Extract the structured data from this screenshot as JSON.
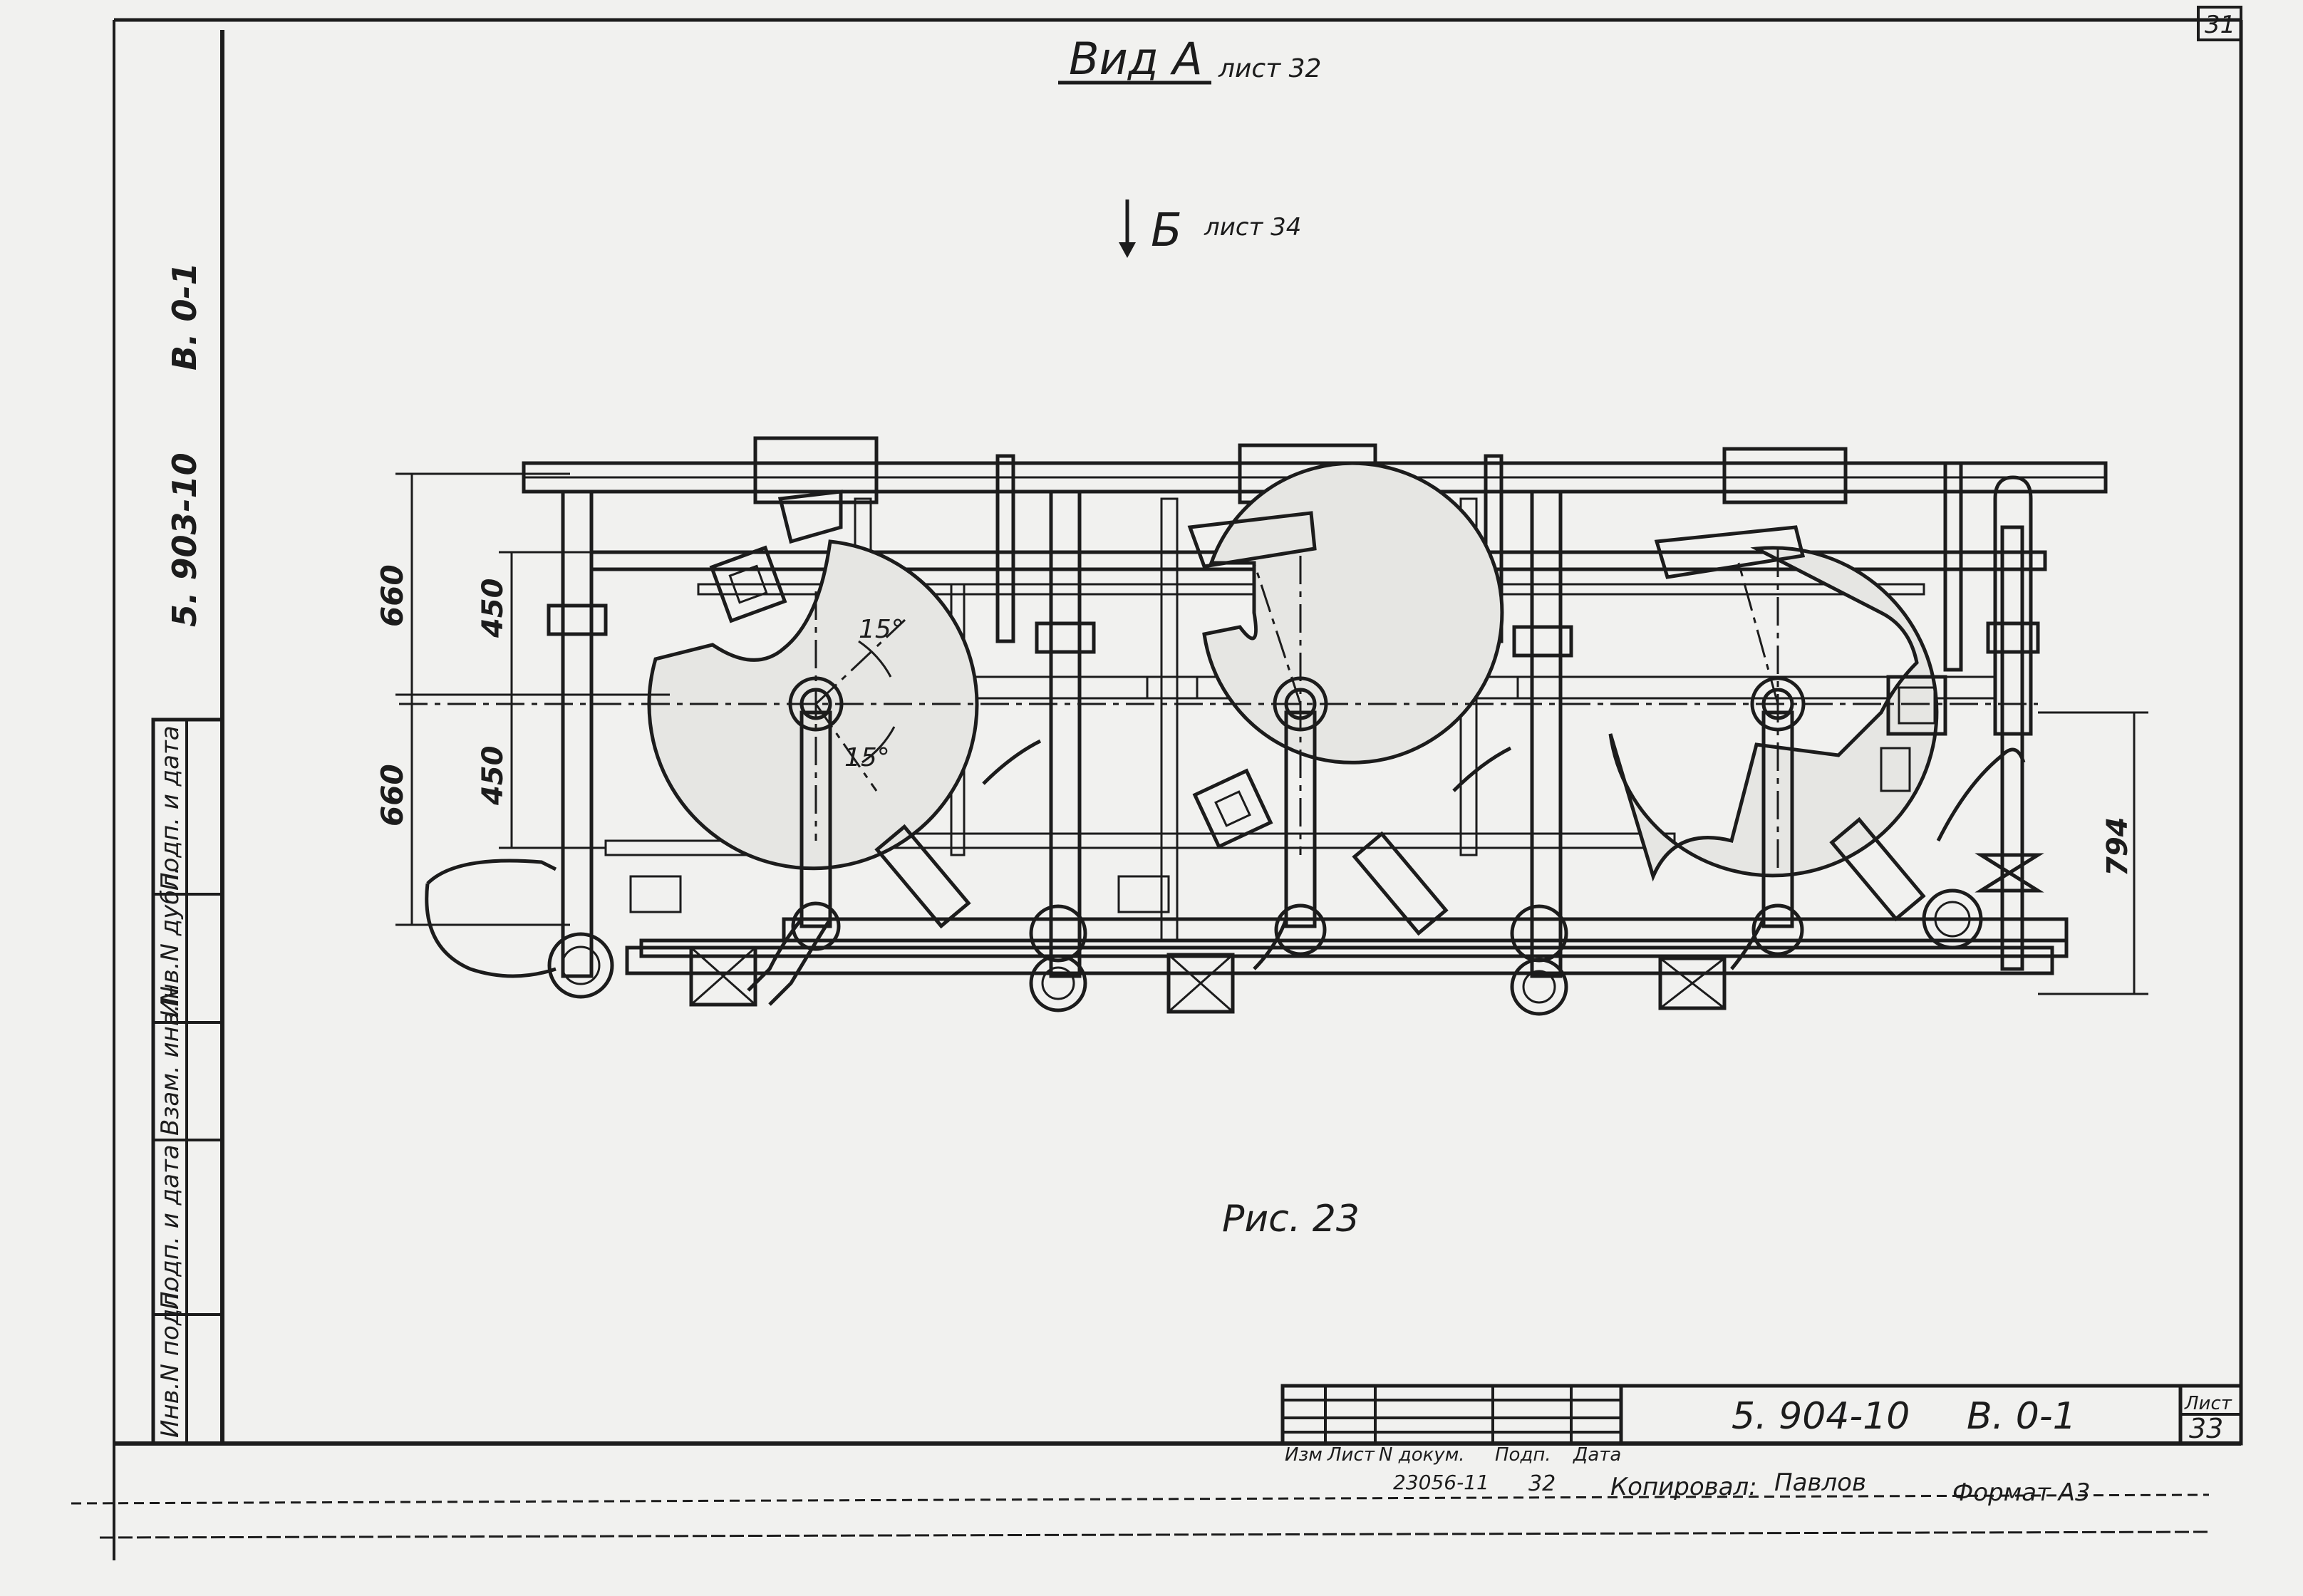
{
  "sheet_corner_number": "31",
  "view_title": "Вид А",
  "view_title_ref": "лист 32",
  "section_mark": "Б",
  "section_mark_ref": "лист 34",
  "figure_caption": "Рис. 23",
  "dimensions": {
    "left_upper_total": "660",
    "left_lower_total": "660",
    "left_upper_inner": "450",
    "left_lower_inner": "450",
    "right_height": "794",
    "angle_top": "15°",
    "angle_bottom": "15°"
  },
  "side_stamp": {
    "project_code": "5. 903-10",
    "album": "В. 0-1",
    "cells": [
      "Инв.N подл.",
      "Подп. и дата",
      "Взам. инв.N",
      "Инв.N дубл.",
      "Подп. и дата"
    ]
  },
  "title_block": {
    "headers": [
      "Изм",
      "Лист",
      "N докум.",
      "Подп.",
      "Дата"
    ],
    "doc_number": "23056-11",
    "doc_ref": "32",
    "project_code": "5. 904-10",
    "album": "В. 0-1",
    "sheet_label": "Лист",
    "sheet_number": "33",
    "copied_by_label": "Копировал:",
    "copied_by_sign": "Павлов",
    "format_label": "Формат А3"
  }
}
